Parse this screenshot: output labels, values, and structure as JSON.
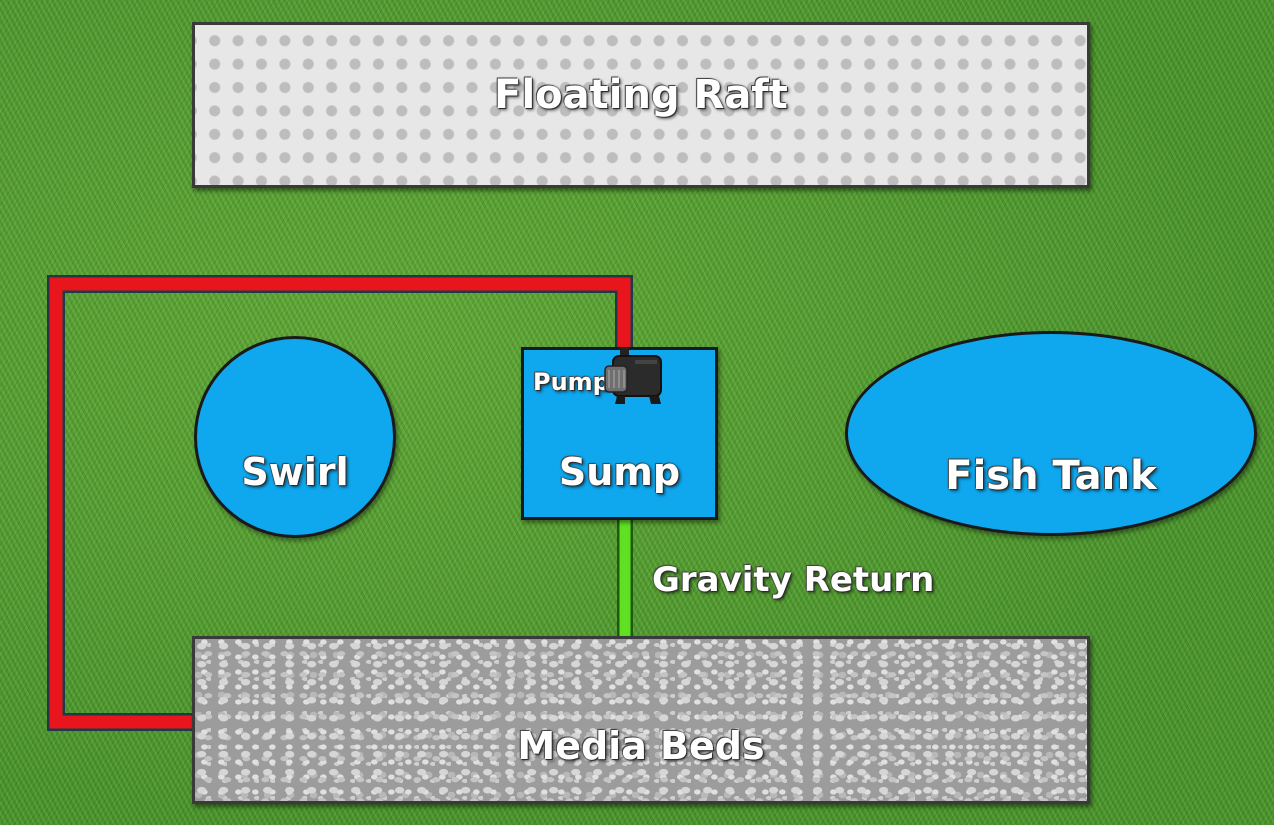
{
  "components": {
    "floating_raft": "Floating Raft",
    "swirl": "Swirl",
    "sump": "Sump",
    "pump": "Pump",
    "fish_tank": "Fish Tank",
    "media_beds": "Media Beds",
    "gravity_return": "Gravity Return"
  },
  "colors": {
    "water": "#0fa8ef",
    "pump_line": "#e8161c",
    "gravity_line": "#5fe021",
    "grass": "#4f9e2c"
  }
}
